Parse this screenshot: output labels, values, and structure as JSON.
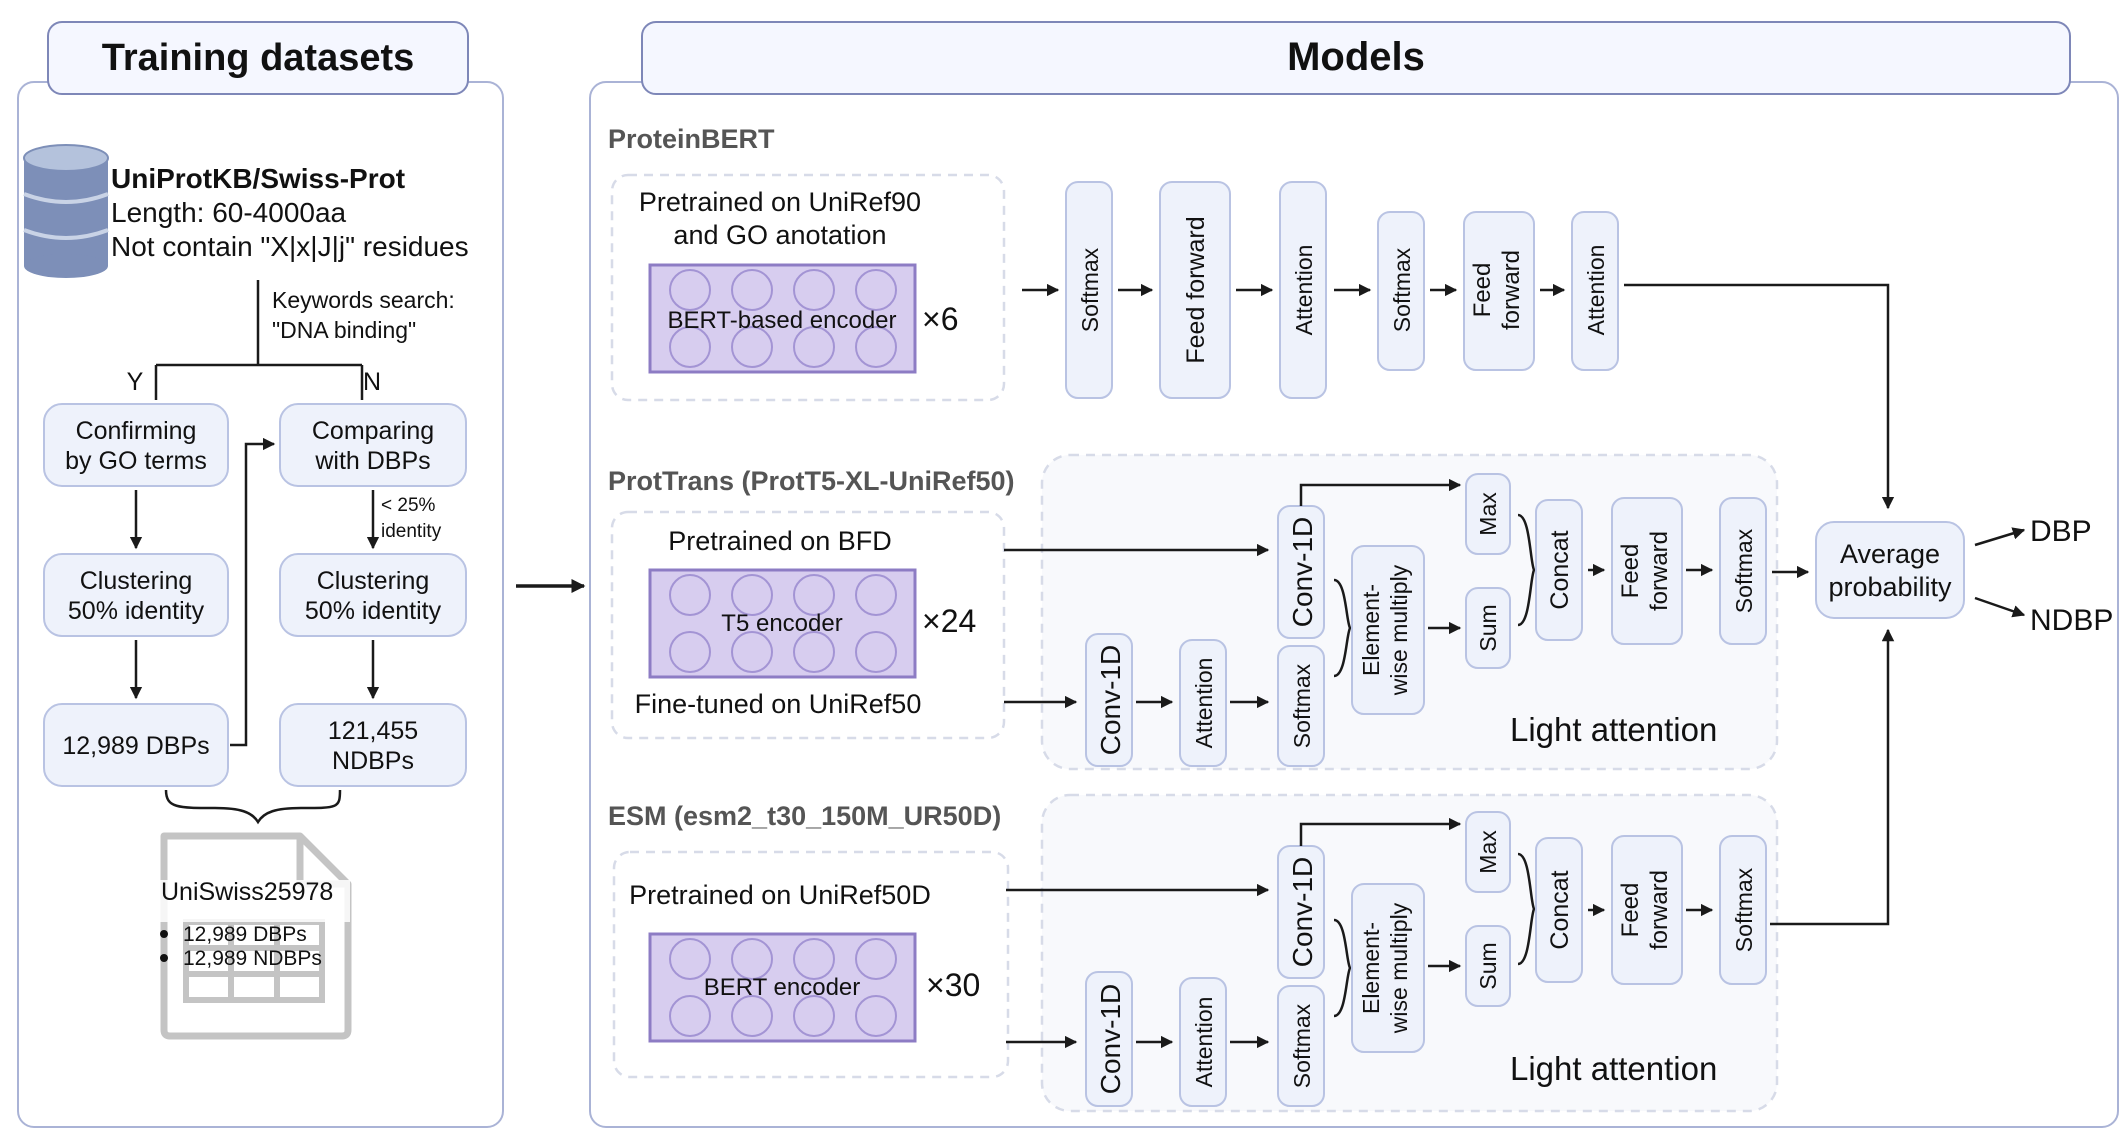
{
  "headers": {
    "training": "Training datasets",
    "models": "Models"
  },
  "dataset": {
    "source_name": "UniProtKB/Swiss-Prot",
    "length": "Length: 60-4000aa",
    "residues": "Not contain \"X|x|J|j\" residues",
    "keyword_line1": "Keywords search:",
    "keyword_line2": "\"DNA binding\"",
    "yes": "Y",
    "no": "N",
    "confirm_line1": "Confirming",
    "confirm_line2": "by GO terms",
    "compare_line1": "Comparing",
    "compare_line2": "with DBPs",
    "identity_line1": "< 25%",
    "identity_line2": "identity",
    "cluster_line1": "Clustering",
    "cluster_line2": "50% identity",
    "dbps": "12,989 DBPs",
    "ndbps_line1": "121,455",
    "ndbps_line2": "NDBPs",
    "final_name": "UniSwiss25978",
    "final_items": [
      "12,989 DBPs",
      "12,989 NDBPs"
    ]
  },
  "models": {
    "proteinbert": {
      "title": "ProteinBERT",
      "pretrain_line1": "Pretrained on UniRef90",
      "pretrain_line2": "and GO anotation",
      "encoder": "BERT-based encoder",
      "multiplier": "×6",
      "layers": [
        "Softmax",
        "Feed forward",
        "Attention",
        "Softmax",
        "Feed|forward",
        "Attention"
      ]
    },
    "prottrans": {
      "title": "ProtTrans (ProtT5-XL-UniRef50)",
      "pretrain": "Pretrained on BFD",
      "encoder": "T5 encoder",
      "multiplier": "×24",
      "finetune": "Fine-tuned on UniRef50"
    },
    "esm": {
      "title": "ESM (esm2_t30_150M_UR50D)",
      "pretrain": "Pretrained on UniRef50D",
      "encoder": "BERT encoder",
      "multiplier": "×30"
    },
    "light_attention": {
      "label": "Light attention",
      "conv": "Conv-1D",
      "attention": "Attention",
      "softmax": "Softmax",
      "elementwise_line1": "Element-",
      "elementwise_line2": "wise multiply",
      "max": "Max",
      "sum": "Sum",
      "concat": "Concat",
      "ff_line1": "Feed",
      "ff_line2": "forward"
    },
    "output": {
      "avg_line1": "Average",
      "avg_line2": "probability",
      "dbp": "DBP",
      "ndbp": "NDBP"
    }
  }
}
